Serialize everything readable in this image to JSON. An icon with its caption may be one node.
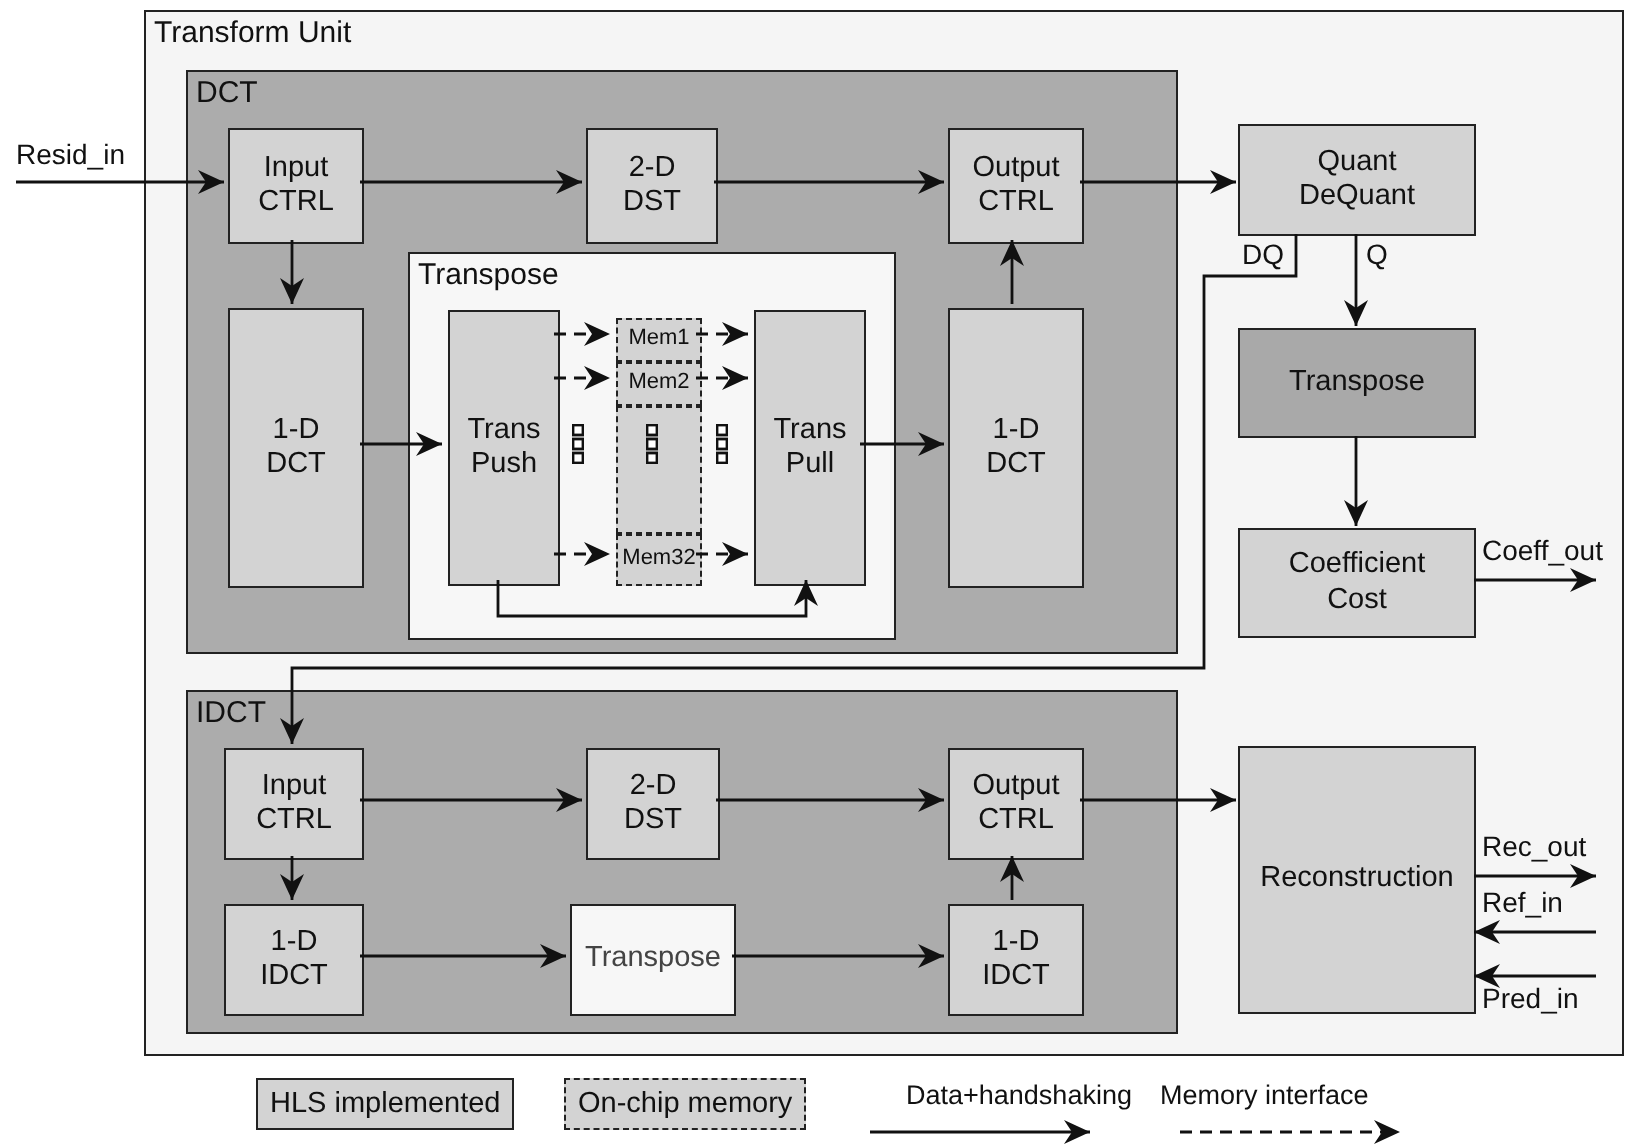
{
  "diagram": {
    "nodes": [
      {
        "text": [
          "Transform Unit"
        ]
      },
      {
        "text": [
          "DCT"
        ],
        "in": 0
      },
      {
        "text": [
          "Input CTRL"
        ],
        "in": 1
      },
      {
        "text": [
          "2-D DST"
        ],
        "in": 1
      },
      {
        "text": [
          "Output CTRL"
        ],
        "in": 1
      },
      {
        "text": [
          "1-D DCT"
        ],
        "in": 1
      },
      {
        "text": [
          "Transpose"
        ],
        "in": 1
      },
      {
        "text": [
          "Trans Push"
        ],
        "in": 6
      },
      {
        "text": [
          "Mem1"
        ],
        "in": 6
      },
      {
        "text": [
          "Mem2"
        ],
        "in": 6
      },
      {
        "text": [],
        "shape": "box",
        "in": 6
      },
      {
        "text": [
          "Mem32"
        ],
        "in": 6
      },
      {
        "text": [
          "Trans Pull"
        ],
        "in": 6
      },
      {
        "text": [
          "1-D DCT"
        ],
        "in": 1
      },
      {
        "text": [
          "Quant DeQuant"
        ],
        "in": 0
      },
      {
        "text": [
          "Transpose"
        ],
        "in": 0
      },
      {
        "text": [
          "Coefficient Cost"
        ],
        "in": 0
      },
      {
        "text": [
          "IDCT"
        ],
        "in": 0
      },
      {
        "text": [
          "Input CTRL"
        ],
        "in": 17
      },
      {
        "text": [
          "2-D DST"
        ],
        "in": 17
      },
      {
        "text": [
          "Output CTRL"
        ],
        "in": 17
      },
      {
        "text": [
          "1-D IDCT"
        ],
        "in": 17
      },
      {
        "text": [
          "Transpose"
        ],
        "in": 17
      },
      {
        "text": [
          "1-D IDCT"
        ],
        "in": 17
      },
      {
        "text": [
          "Reconstruction"
        ],
        "in": 0
      }
    ],
    "edges": [
      {
        "from": null,
        "to": 2,
        "arrow": "to",
        "label": "Resid_in"
      },
      {
        "from": 2,
        "to": 3,
        "arrow": "to"
      },
      {
        "from": 3,
        "to": 4,
        "arrow": "to"
      },
      {
        "from": 2,
        "to": 5,
        "arrow": "to"
      },
      {
        "from": 5,
        "to": 7,
        "arrow": "to"
      },
      {
        "from": 7,
        "to": 8,
        "arrow": "to",
        "style": "dashed"
      },
      {
        "from": 7,
        "to": 9,
        "arrow": "to",
        "style": "dashed"
      },
      {
        "from": 7,
        "to": 11,
        "arrow": "to",
        "style": "dashed"
      },
      {
        "from": 8,
        "to": 12,
        "arrow": "to",
        "style": "dashed"
      },
      {
        "from": 9,
        "to": 12,
        "arrow": "to",
        "style": "dashed"
      },
      {
        "from": 11,
        "to": 12,
        "arrow": "to",
        "style": "dashed"
      },
      {
        "from": 7,
        "to": 12,
        "arrow": "to"
      },
      {
        "from": 12,
        "to": 13,
        "arrow": "to"
      },
      {
        "from": 13,
        "to": 4,
        "arrow": "to"
      },
      {
        "from": 4,
        "to": 14,
        "arrow": "to"
      },
      {
        "from": 14,
        "to": 15,
        "arrow": "to",
        "label": "Q"
      },
      {
        "from": 15,
        "to": 16,
        "arrow": "to"
      },
      {
        "from": 16,
        "to": null,
        "arrow": "to",
        "label": "Coeff_out"
      },
      {
        "from": 14,
        "to": 18,
        "arrow": "to",
        "label": "DQ"
      },
      {
        "from": 18,
        "to": 19,
        "arrow": "to"
      },
      {
        "from": 19,
        "to": 20,
        "arrow": "to"
      },
      {
        "from": 18,
        "to": 21,
        "arrow": "to"
      },
      {
        "from": 21,
        "to": 22,
        "arrow": "to"
      },
      {
        "from": 22,
        "to": 23,
        "arrow": "to"
      },
      {
        "from": 23,
        "to": 20,
        "arrow": "to"
      },
      {
        "from": 20,
        "to": 24,
        "arrow": "to"
      },
      {
        "from": 24,
        "to": null,
        "arrow": "to",
        "label": "Rec_out"
      },
      {
        "from": null,
        "to": 24,
        "arrow": "to",
        "label": "Ref_in"
      },
      {
        "from": null,
        "to": 24,
        "arrow": "to",
        "label": "Pred_in"
      }
    ],
    "legend": [
      {
        "text": "HLS implemented",
        "color": "#d3d3d3"
      },
      {
        "text": "On-chip memory"
      },
      {
        "text": "Data+handshaking"
      },
      {
        "text": "Memory interface"
      }
    ]
  }
}
